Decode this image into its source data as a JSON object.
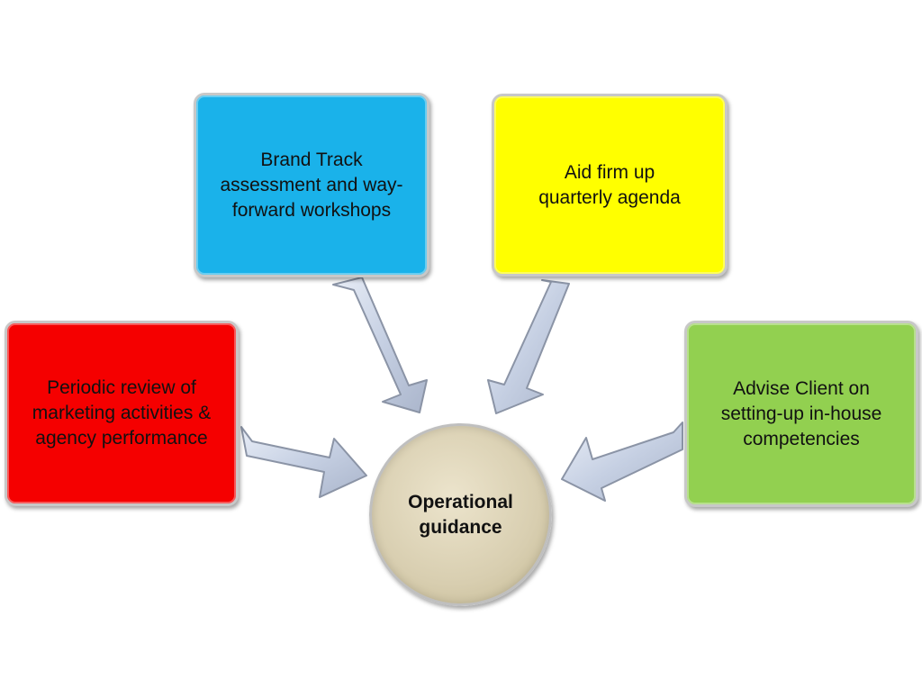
{
  "colors": {
    "brand": "#1ab2ea",
    "aid": "#ffff00",
    "periodic": "#f50000",
    "advise": "#92d050",
    "center": "#d8ceb0",
    "arrow": "#c9d3e6",
    "arrow_edge": "#8b94a6"
  },
  "boxes": {
    "brand": {
      "label": "Brand Track\nassessment and  way-\nforward workshops"
    },
    "aid": {
      "label": "Aid firm up\nquarterly  agenda"
    },
    "periodic": {
      "label": "Periodic review of\nmarketing activities &\nagency performance"
    },
    "advise": {
      "label": "Advise Client on\nsetting-up in-house\ncompetencies"
    }
  },
  "center": {
    "label": "Operational\nguidance"
  }
}
